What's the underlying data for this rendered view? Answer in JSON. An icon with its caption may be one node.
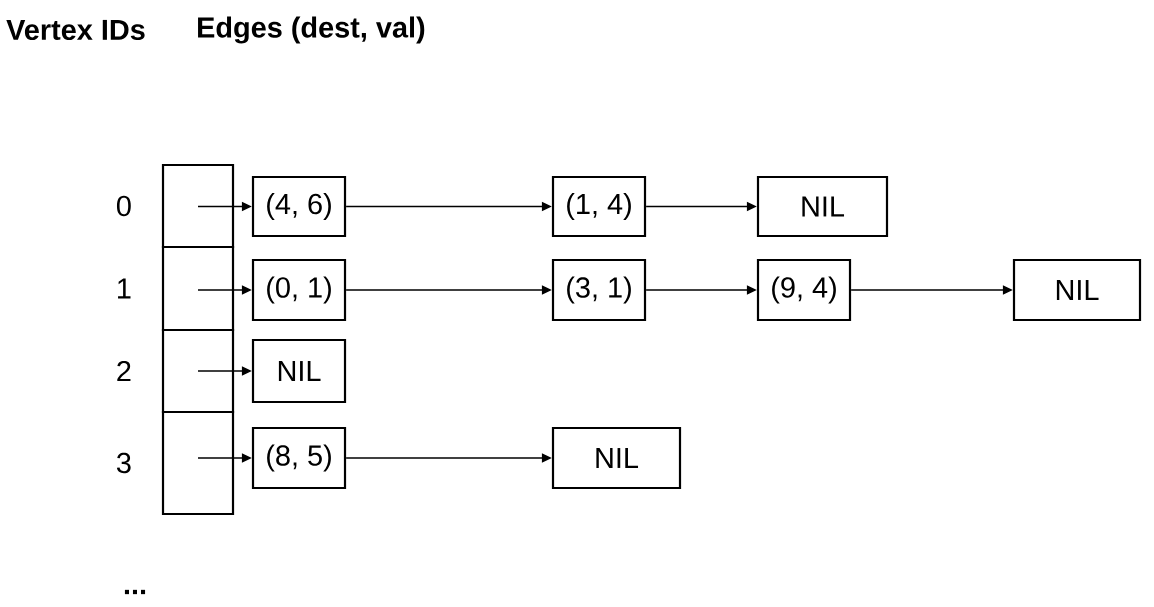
{
  "diagram": {
    "nodes": [
      {
        "text": [],
        "shape": "box",
        "beside": [
          "0"
        ]
      },
      {
        "text": [],
        "shape": "box",
        "beside": [
          "1"
        ]
      },
      {
        "text": [],
        "shape": "box",
        "beside": [
          "2"
        ]
      },
      {
        "text": [],
        "shape": "box",
        "beside": [
          "3"
        ]
      },
      {
        "text": [
          "(4, 6)"
        ]
      },
      {
        "text": [
          "(1, 4)"
        ]
      },
      {
        "text": [
          "NIL"
        ]
      },
      {
        "text": [
          "(0, 1)"
        ]
      },
      {
        "text": [
          "(3, 1)"
        ]
      },
      {
        "text": [
          "(9, 4)"
        ]
      },
      {
        "text": [
          "NIL"
        ]
      },
      {
        "text": [
          "NIL"
        ]
      },
      {
        "text": [
          "(8, 5)"
        ]
      },
      {
        "text": [
          "NIL"
        ]
      }
    ],
    "edges": [
      {
        "from": 0,
        "to": 4,
        "arrow": "to"
      },
      {
        "from": 4,
        "to": 5,
        "arrow": "to"
      },
      {
        "from": 5,
        "to": 6,
        "arrow": "to"
      },
      {
        "from": 1,
        "to": 7,
        "arrow": "to"
      },
      {
        "from": 7,
        "to": 8,
        "arrow": "to"
      },
      {
        "from": 8,
        "to": 9,
        "arrow": "to"
      },
      {
        "from": 9,
        "to": 10,
        "arrow": "to"
      },
      {
        "from": 2,
        "to": 11,
        "arrow": "to"
      },
      {
        "from": 3,
        "to": 12,
        "arrow": "to"
      },
      {
        "from": 12,
        "to": 13,
        "arrow": "to"
      }
    ],
    "labels": [
      "Vertex IDs",
      "Edges (dest, val)",
      "..."
    ]
  }
}
